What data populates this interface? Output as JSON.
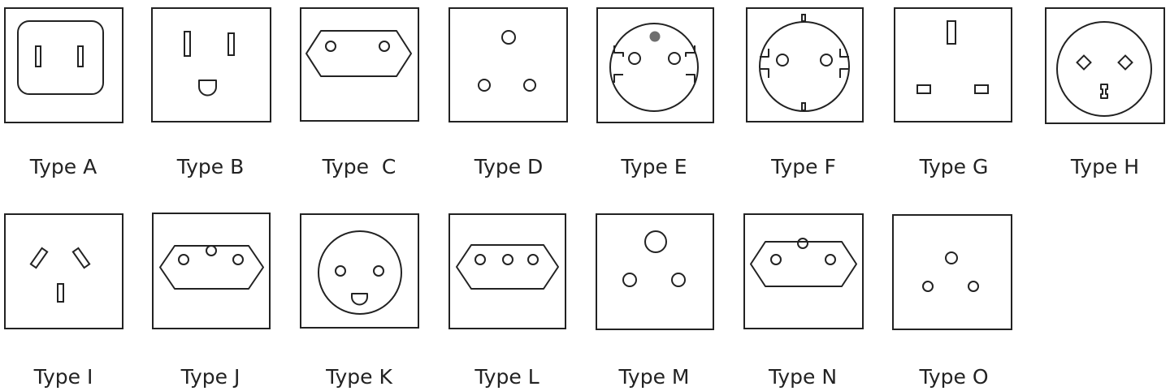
{
  "colors": {
    "stroke": "#222222",
    "accent": "#6e6e6e",
    "background": "#ffffff"
  },
  "plugs": [
    {
      "id": "A",
      "label": "Type A"
    },
    {
      "id": "B",
      "label": "Type B"
    },
    {
      "id": "C",
      "label": "Type  C"
    },
    {
      "id": "D",
      "label": "Type D"
    },
    {
      "id": "E",
      "label": "Type E"
    },
    {
      "id": "F",
      "label": "Type F"
    },
    {
      "id": "G",
      "label": "Type G"
    },
    {
      "id": "H",
      "label": "Type H"
    },
    {
      "id": "I",
      "label": "Type I"
    },
    {
      "id": "J",
      "label": "Type J"
    },
    {
      "id": "K",
      "label": "Type K"
    },
    {
      "id": "L",
      "label": "Type L"
    },
    {
      "id": "M",
      "label": "Type M"
    },
    {
      "id": "N",
      "label": "Type N"
    },
    {
      "id": "O",
      "label": "Type O"
    }
  ]
}
